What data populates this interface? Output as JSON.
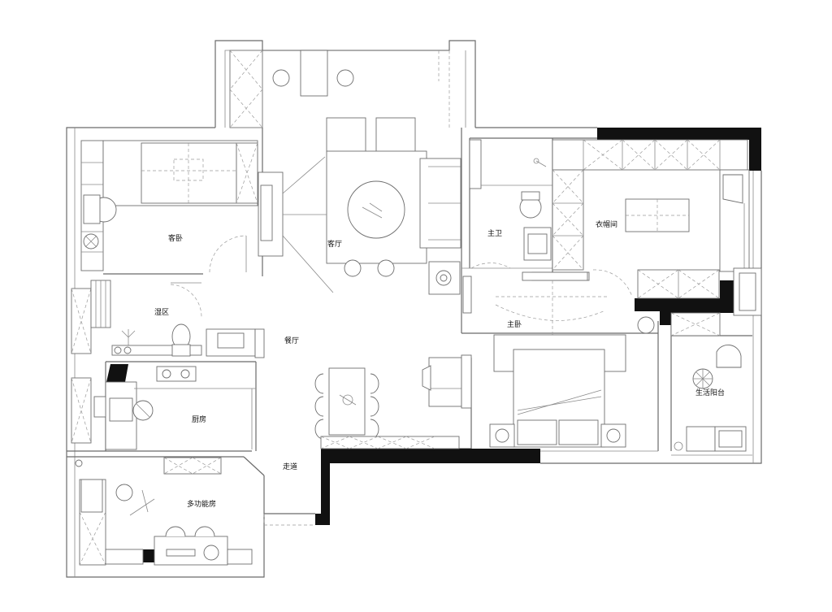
{
  "plan": {
    "rooms": {
      "guest_bedroom": "客卧",
      "living_room": "客厅",
      "master_bathroom": "主卫",
      "cloakroom": "衣帽间",
      "wet_area": "湿区",
      "dining_room": "餐厅",
      "master_bedroom": "主卧",
      "kitchen": "厨房",
      "utility_balcony": "生活阳台",
      "corridor": "走道",
      "multi_function_room": "多功能房"
    },
    "colors": {
      "line": "#6b6b6b",
      "solid_wall": "#111111",
      "background": "#ffffff"
    }
  }
}
